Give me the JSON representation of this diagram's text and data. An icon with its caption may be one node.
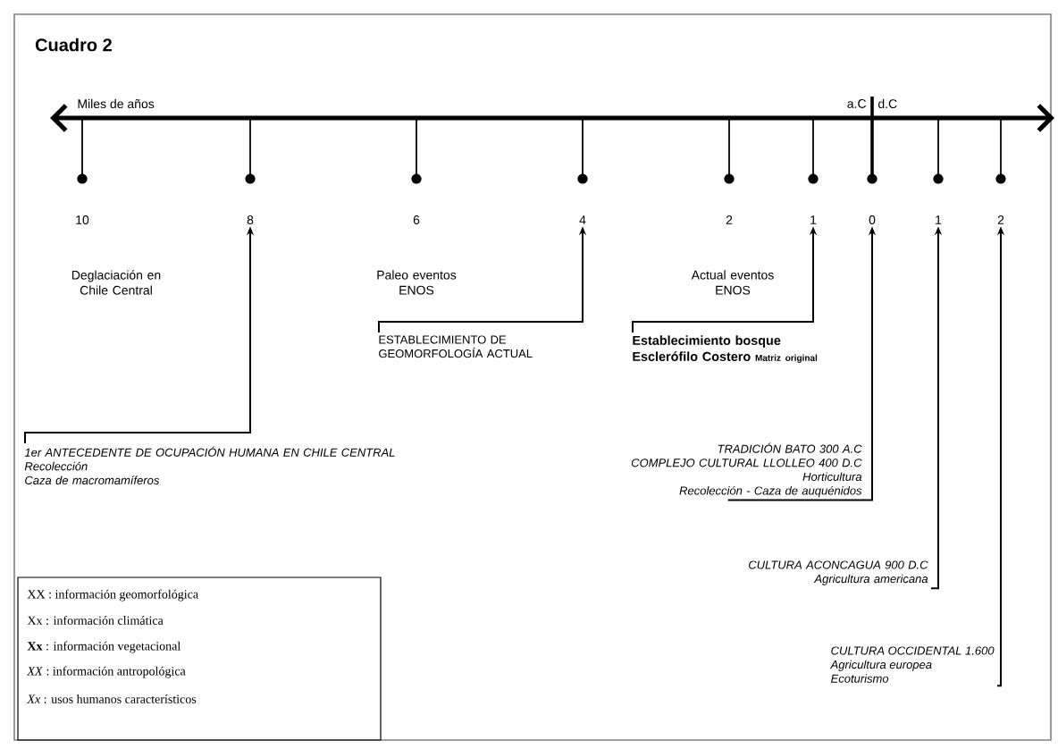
{
  "diagram": {
    "title": "Cuadro 2",
    "nodes": [
      {
        "text": [
          "10"
        ]
      },
      {
        "text": [
          "8"
        ]
      },
      {
        "text": [
          "6"
        ]
      },
      {
        "text": [
          "4"
        ]
      },
      {
        "text": [
          "2"
        ]
      },
      {
        "text": [
          "1"
        ]
      },
      {
        "text": [
          "0"
        ]
      },
      {
        "text": [
          "1"
        ]
      },
      {
        "text": [
          "2"
        ]
      },
      {
        "text": [
          "1er ANTECEDENTE DE OCUPACIÓN HUMANA EN CHILE CENTRAL",
          "Recolección",
          "Caza de macromamíferos"
        ]
      },
      {
        "text": [
          "ESTABLECIMIENTO DE GEOMORFOLOGÍA ACTUAL"
        ]
      },
      {
        "text": [
          "Establecimiento bosque Esclerófilo Costero",
          "Matriz original"
        ]
      },
      {
        "text": [
          "TRADICIÓN BATO 300 A.C",
          "COMPLEJO CULTURAL LLOLLEO 400 D.C",
          "Horticultura",
          "Recolección - Caza de auquénidos"
        ]
      },
      {
        "text": [
          "CULTURA ACONCAGUA 900 D.C",
          "Agricultura americana"
        ]
      },
      {
        "text": [
          "CULTURA OCCIDENTAL 1.600",
          "Agricultura europea",
          "Ecoturismo"
        ]
      }
    ],
    "edges": [
      {
        "from": 9,
        "to": 1,
        "arrow": "to"
      },
      {
        "from": 10,
        "to": 3,
        "arrow": "to"
      },
      {
        "from": 11,
        "to": 5,
        "arrow": "to"
      },
      {
        "from": 12,
        "to": 6,
        "arrow": "to"
      },
      {
        "from": 13,
        "to": 7,
        "arrow": "to"
      },
      {
        "from": 14,
        "to": 8,
        "arrow": "to"
      }
    ],
    "labels": [
      "Miles de años",
      "a.C",
      "d.C",
      "Deglaciación en Chile Central",
      "Paleo eventos ENOS",
      "Actual eventos ENOS"
    ],
    "legend": [
      {
        "text": "XX : información geomorfológica"
      },
      {
        "text": "Xx : información climática"
      },
      {
        "text": "**Xx** : información vegetacional"
      },
      {
        "text": "*XX* : información antropológica"
      },
      {
        "text": "*Xx* : usos humanos característicos"
      }
    ]
  }
}
